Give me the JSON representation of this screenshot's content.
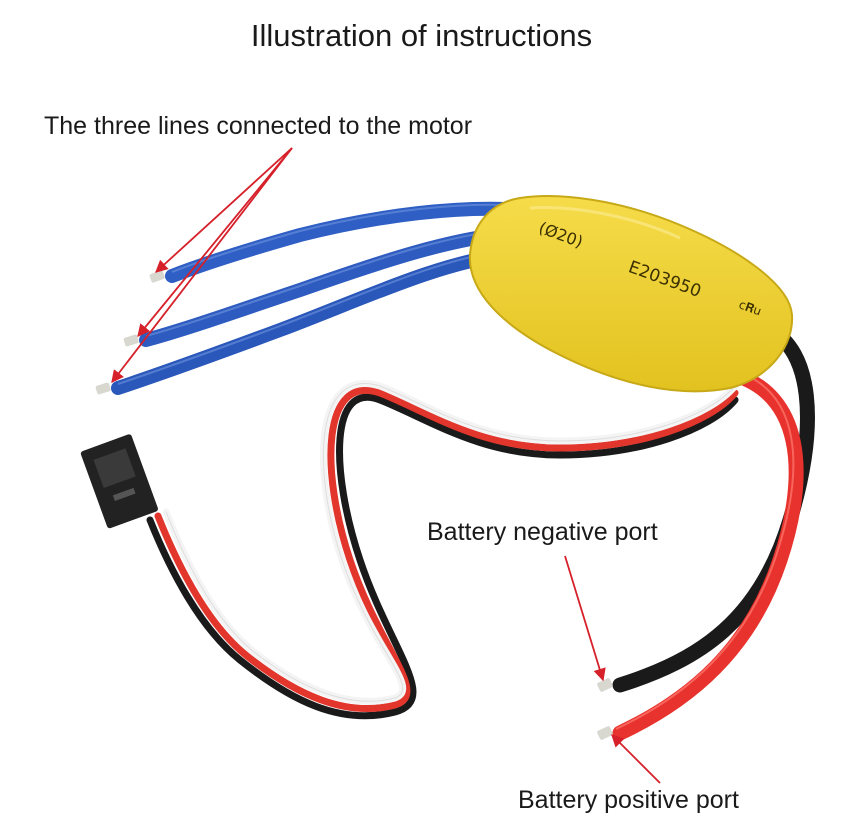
{
  "title": "Illustration of instructions",
  "labels": {
    "motor_lines": "The three lines connected to the motor",
    "battery_negative": "Battery negative port",
    "battery_positive": "Battery positive port"
  },
  "esc_markings": {
    "line1": "(Ø20)",
    "line2": "E203950",
    "mark": "c𝐑u"
  },
  "colors": {
    "esc_body": "#f2d435",
    "motor_wire": "#2f5fc4",
    "battery_negative_wire": "#1a1a1a",
    "battery_positive_wire": "#e8322d",
    "signal_wire_white": "#f4f4f4",
    "annotation_arrow": "#d6202a"
  }
}
